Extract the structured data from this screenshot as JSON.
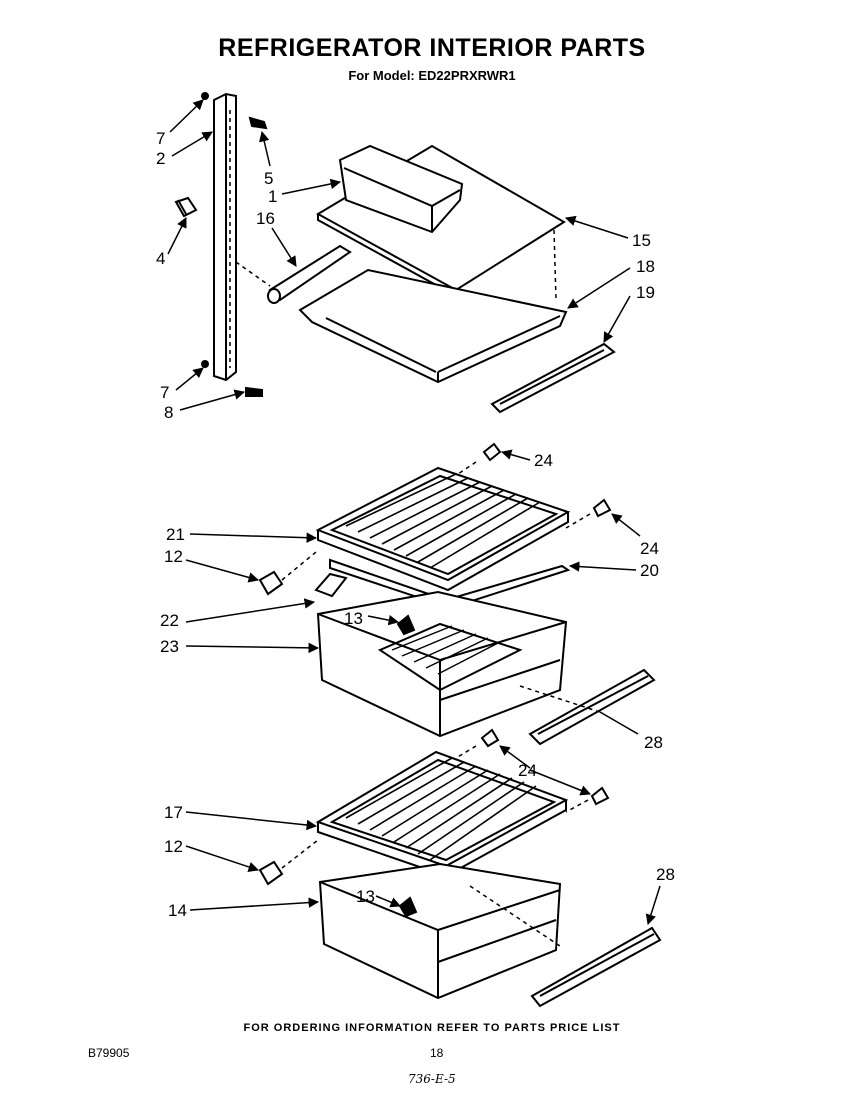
{
  "title": "REFRIGERATOR INTERIOR PARTS",
  "subtitle": "For Model: ED22PRXRWR1",
  "footer_note": "FOR ORDERING INFORMATION REFER TO PARTS PRICE LIST",
  "doc_number": "B79905",
  "page_number": "18",
  "handwritten_note": "736-E-5",
  "callouts": {
    "c7a": "7",
    "c2": "2",
    "c5": "5",
    "c1": "1",
    "c16": "16",
    "c4": "4",
    "c15": "15",
    "c18": "18",
    "c19": "19",
    "c7b": "7",
    "c8": "8",
    "c24a": "24",
    "c21": "21",
    "c24b": "24",
    "c12a": "12",
    "c20": "20",
    "c22": "22",
    "c13a": "13",
    "c23": "23",
    "c28a": "28",
    "c24c": "24",
    "c17": "17",
    "c12b": "12",
    "c28b": "28",
    "c13b": "13",
    "c14": "14"
  }
}
